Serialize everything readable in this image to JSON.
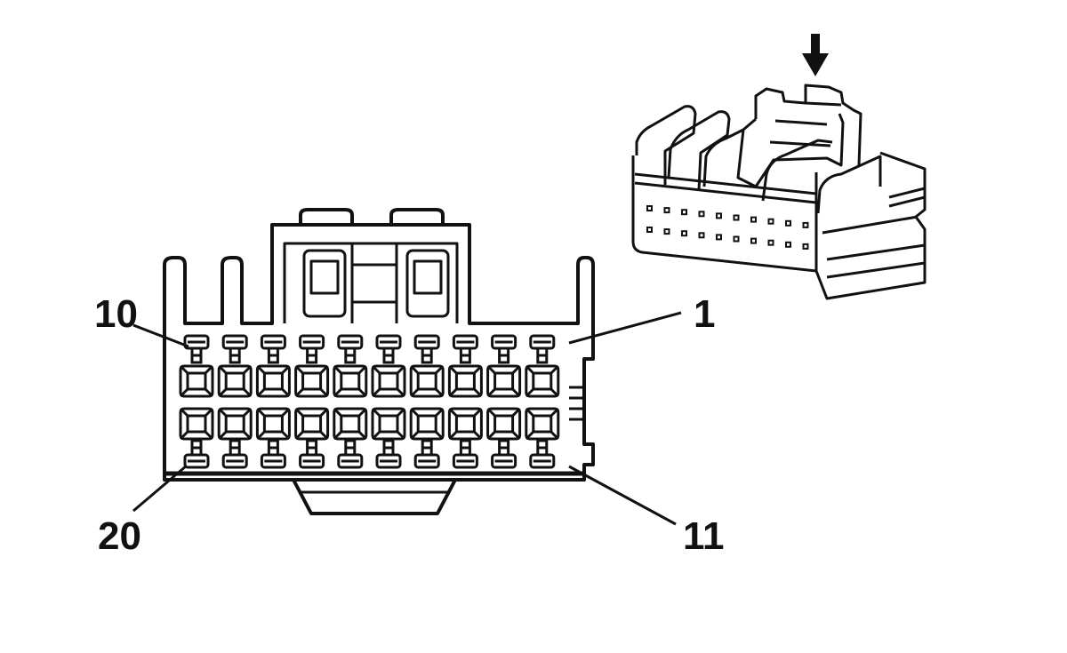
{
  "pin_labels": {
    "top_left": "10",
    "top_right": "1",
    "bottom_left": "20",
    "bottom_right": "11"
  },
  "connector": {
    "cavity_columns": 10,
    "cavity_rows": 2
  },
  "icons": {
    "arrow": "down-arrow-icon"
  },
  "colors": {
    "line": "#111111",
    "background": "#ffffff"
  }
}
